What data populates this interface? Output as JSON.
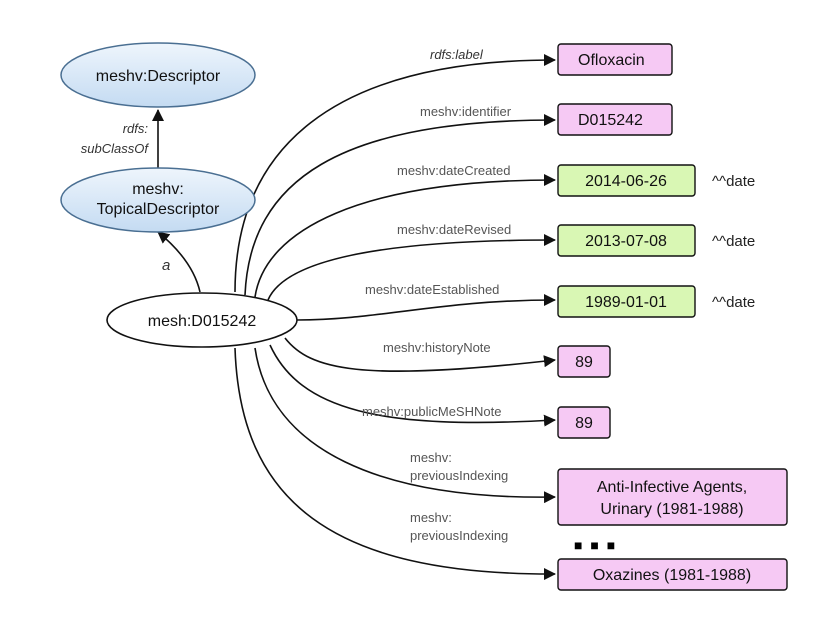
{
  "nodes": {
    "descriptor": {
      "label": "meshv:Descriptor"
    },
    "topical": {
      "line1": "meshv:",
      "line2": "TopicalDescriptor"
    },
    "subject": {
      "label": "mesh:D015242"
    },
    "ofloxacin": {
      "label": "Ofloxacin"
    },
    "identifier": {
      "label": "D015242"
    },
    "created": {
      "label": "2014-06-26",
      "suffix": "^^date"
    },
    "revised": {
      "label": "2013-07-08",
      "suffix": "^^date"
    },
    "established": {
      "label": "1989-01-01",
      "suffix": "^^date"
    },
    "history": {
      "label": "89"
    },
    "public": {
      "label": "89"
    },
    "prev1": {
      "line1": "Anti-Infective Agents,",
      "line2": "Urinary (1981-1988)"
    },
    "prev2": {
      "label": "Oxazines (1981-1988)"
    },
    "ellipsis": "■ ■ ■"
  },
  "edges": {
    "subclass": {
      "line1": "rdfs:",
      "line2": "subClassOf"
    },
    "type": {
      "label": "a"
    },
    "label": {
      "label": "rdfs:label"
    },
    "identifier": {
      "label": "meshv:identifier"
    },
    "created": {
      "label": "meshv:dateCreated"
    },
    "revised": {
      "label": "meshv:dateRevised"
    },
    "established": {
      "label": "meshv:dateEstablished"
    },
    "history": {
      "label": "meshv:historyNote"
    },
    "public": {
      "label": "meshv:publicMeSHNote"
    },
    "prev1": {
      "line1": "meshv:",
      "line2": "previousIndexing"
    },
    "prev2": {
      "line1": "meshv:",
      "line2": "previousIndexing"
    }
  },
  "colors": {
    "class_fill": "#d6e7f7",
    "class_stroke": "#4a6f92",
    "literal_fill": "#f6c9f4",
    "date_fill": "#d9f7b4",
    "stroke": "#111111"
  }
}
